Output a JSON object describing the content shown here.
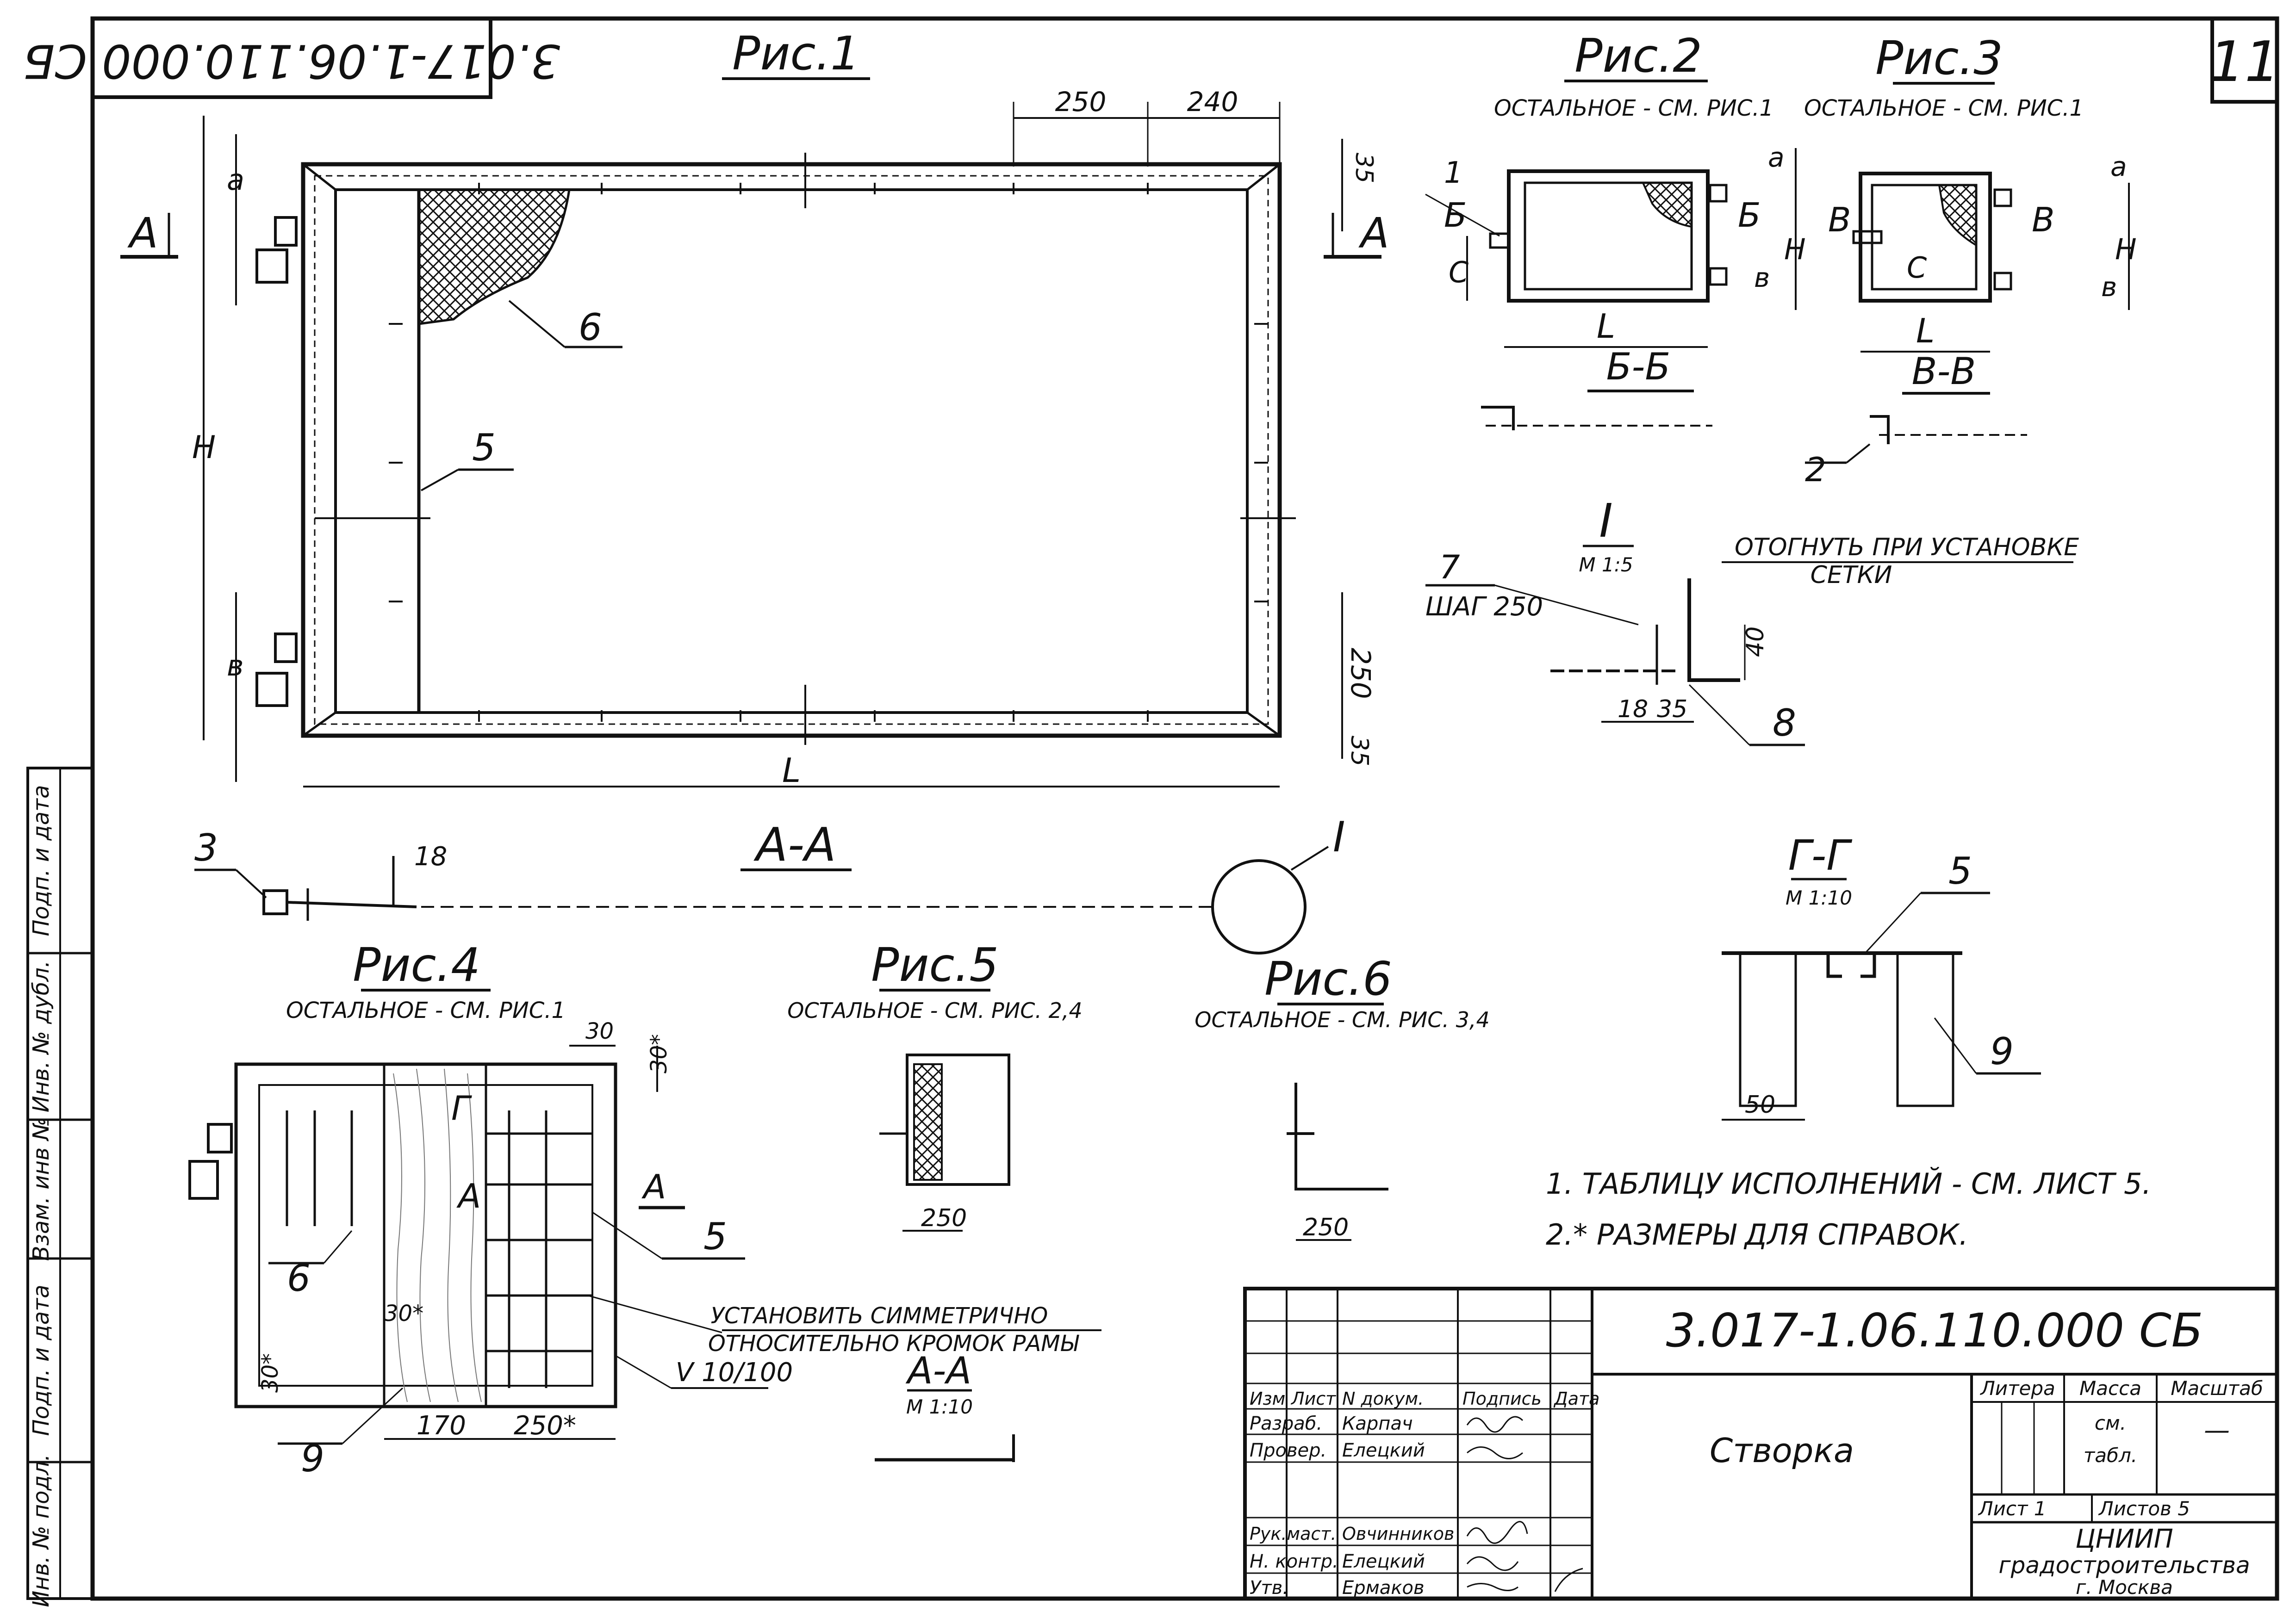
{
  "sheet_code_stamp": "3.017-1.06.110.000 СБ",
  "sheet_number": "11",
  "fig1": {
    "title": "Рис.1",
    "dims": [
      "250",
      "240",
      "35",
      "250",
      "35"
    ],
    "letters": {
      "a": "а",
      "b": "в",
      "H": "Н",
      "L": "L"
    },
    "callouts": [
      "5",
      "6"
    ],
    "section": "А"
  },
  "section_aa": {
    "title": "А-А",
    "dim": "18",
    "callout": "3",
    "detail_ref": "I"
  },
  "fig2": {
    "title": "Рис.2",
    "note": "ОСТАЛЬНОЕ - СМ. РИС.1",
    "section": "Б-Б",
    "letters": [
      "Б",
      "L",
      "Н",
      "С",
      "а",
      "в"
    ],
    "callout": "1"
  },
  "fig3": {
    "title": "Рис.3",
    "note": "ОСТАЛЬНОЕ - СМ. РИС.1",
    "section": "В-В",
    "letters": [
      "В",
      "L",
      "Н",
      "С",
      "а",
      "в"
    ],
    "callout": "2"
  },
  "detail_i": {
    "title": "I",
    "scale": "М 1:5",
    "note_line1": "ОТОГНУТЬ ПРИ УСТАНОВКЕ",
    "note_line2": "СЕТКИ",
    "callout7": "7",
    "step": "ШАГ 250",
    "dims": [
      "40",
      "18",
      "35"
    ],
    "callout8": "8"
  },
  "section_gg": {
    "title": "Г-Г",
    "scale": "М 1:10",
    "callouts": [
      "5",
      "9"
    ],
    "dim": "50"
  },
  "fig4": {
    "title": "Рис.4",
    "note": "ОСТАЛЬНОЕ - СМ. РИС.1",
    "dims": [
      "30",
      "30*",
      "30*",
      "30*",
      "170",
      "250*"
    ],
    "callouts": [
      "6",
      "5",
      "9"
    ],
    "sec_marks": [
      "Г",
      "А"
    ],
    "install_line1": "УСТАНОВИТЬ СИММЕТРИЧНО",
    "install_line2": "ОТНОСИТЕЛЬНО КРОМОК РАМЫ",
    "weld": "V 10/100"
  },
  "fig5": {
    "title": "Рис.5",
    "note": "ОСТАЛЬНОЕ - СМ. РИС. 2,4",
    "dim": "250"
  },
  "fig6": {
    "title": "Рис.6",
    "note": "ОСТАЛЬНОЕ - СМ. РИС. 3,4",
    "dim": "250"
  },
  "section_aa_small": {
    "title": "А-А",
    "scale": "М 1:10"
  },
  "notes": [
    "1. ТАБЛИЦУ ИСПОЛНЕНИЙ - СМ. ЛИСТ 5.",
    "2.* РАЗМЕРЫ ДЛЯ СПРАВОК."
  ],
  "left_strip": [
    "Инв. № подл.",
    "Подп. и дата",
    "Взам. инв №",
    "Инв. № дубл.",
    "Подп. и дата"
  ],
  "title_block": {
    "designation": "3.017-1.06.110.000 СБ",
    "name": "Створка",
    "col_headers": [
      "Изм",
      "Лист",
      "N докум.",
      "Подпись",
      "Дата"
    ],
    "people": [
      {
        "role": "Разраб.",
        "name": "Карпач"
      },
      {
        "role": "Провер.",
        "name": "Елецкий"
      },
      {
        "role": "Рук.маст.",
        "name": "Овчинников"
      },
      {
        "role": "Н. контр.",
        "name": "Елецкий"
      },
      {
        "role": "Утв.",
        "name": "Ермаков"
      }
    ],
    "litera_label": "Литера",
    "mass_label": "Масса",
    "scale_label": "Масштаб",
    "mass_value_1": "см.",
    "mass_value_2": "табл.",
    "scale_value": "—",
    "sheet_label": "Лист 1",
    "sheets_label": "Листов 5",
    "org1": "ЦНИИП",
    "org2": "градостроительства",
    "org3": "г. Москва"
  }
}
